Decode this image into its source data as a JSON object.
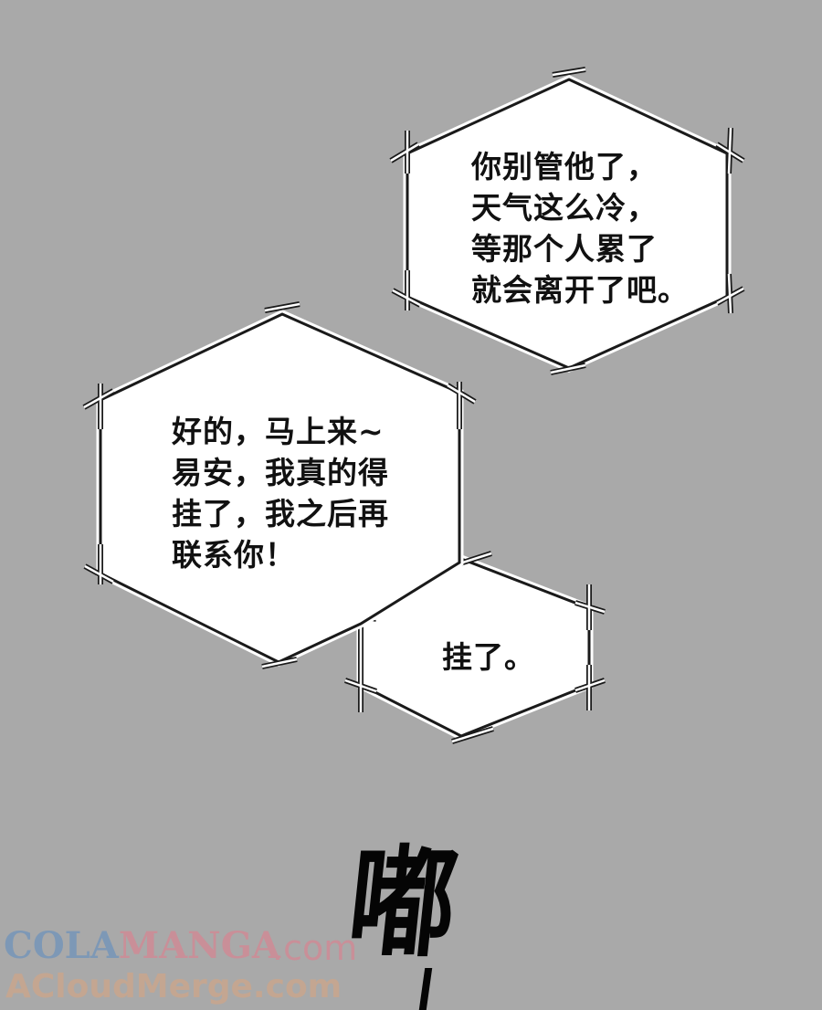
{
  "colors": {
    "background": "#a9a9a9",
    "bubble_fill": "#ffffff",
    "bubble_stroke": "#1a1a1a",
    "bubble_outline": "#ffffff",
    "text": "#111111",
    "watermark_blue": "#7d98b6",
    "watermark_pink": "#c98f98",
    "watermark_tan": "#c4a691"
  },
  "bubbles": [
    {
      "lines": [
        "你别管他了，",
        "天气这么冷，",
        "等那个人累了",
        "就会离开了吧。"
      ]
    },
    {
      "lines": [
        "好的，马上来~",
        "易安，我真的得",
        "挂了，我之后再",
        "联系你！"
      ]
    },
    {
      "lines": [
        "挂了。"
      ]
    }
  ],
  "sfx": {
    "text": "嘟"
  },
  "watermark": {
    "line1_cola": "COLA",
    "line1_manga": "MANGA",
    "line1_com": ".com",
    "line2": "ACloudMerge.com"
  }
}
